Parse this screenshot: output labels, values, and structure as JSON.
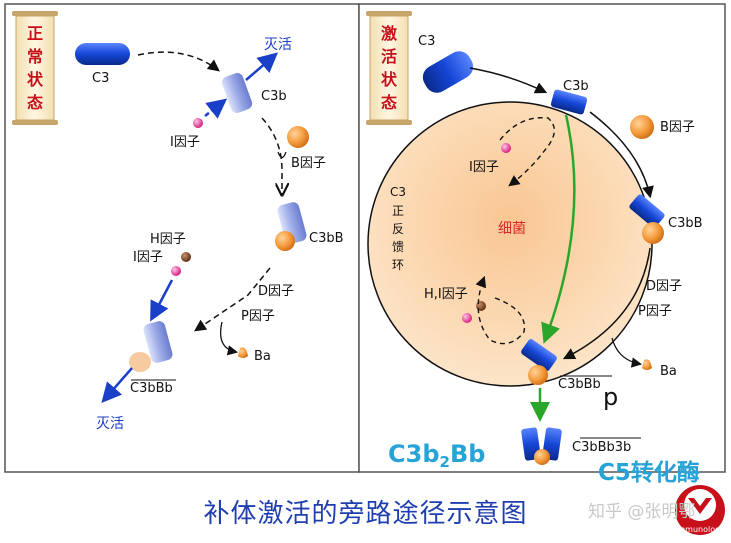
{
  "left_panel": {
    "scroll_label": [
      "正",
      "常",
      "状",
      "态"
    ],
    "c3": "C3",
    "inactivate_top": "灭活",
    "c3b": "C3b",
    "factor_i": "I因子",
    "factor_b": "B因子",
    "c3bb": "C3bB",
    "factor_h": "H因子",
    "factor_i2": "I因子",
    "factor_d": "D因子",
    "factor_p": "P因子",
    "ba": "Ba",
    "c3bbb": "C3bBb",
    "inactivate_bottom": "灭活"
  },
  "right_panel": {
    "scroll_label": [
      "激",
      "活",
      "状",
      "态"
    ],
    "c3": "C3",
    "c3b": "C3b",
    "factor_i": "I因子",
    "factor_b": "B因子",
    "bacteria": "细菌",
    "feedback_label": [
      "C3",
      "正",
      "反",
      "馈",
      "环"
    ],
    "c3bb": "C3bB",
    "factor_hi": "H,I因子",
    "factor_d": "D因子",
    "factor_p": "P因子",
    "ba": "Ba",
    "c3bbb": "C3bBb",
    "p": "p",
    "c3bbb3b": "C3bBb3b",
    "convertase_c3": "C3b",
    "convertase_sub": "2",
    "convertase_bb": "Bb",
    "c5_convertase": "C5转化酶",
    "logo_text": "Immunology"
  },
  "caption": "补体激活的旁路途径示意图",
  "watermark": "知乎 @张明鄂",
  "colors": {
    "arrow_blue": "#1a3fc9",
    "feedback_green": "#2aa62a",
    "bacteria_fill": "#fbd7b0",
    "teal_text": "#27a3d6",
    "caption_blue": "#1f3fb0"
  }
}
